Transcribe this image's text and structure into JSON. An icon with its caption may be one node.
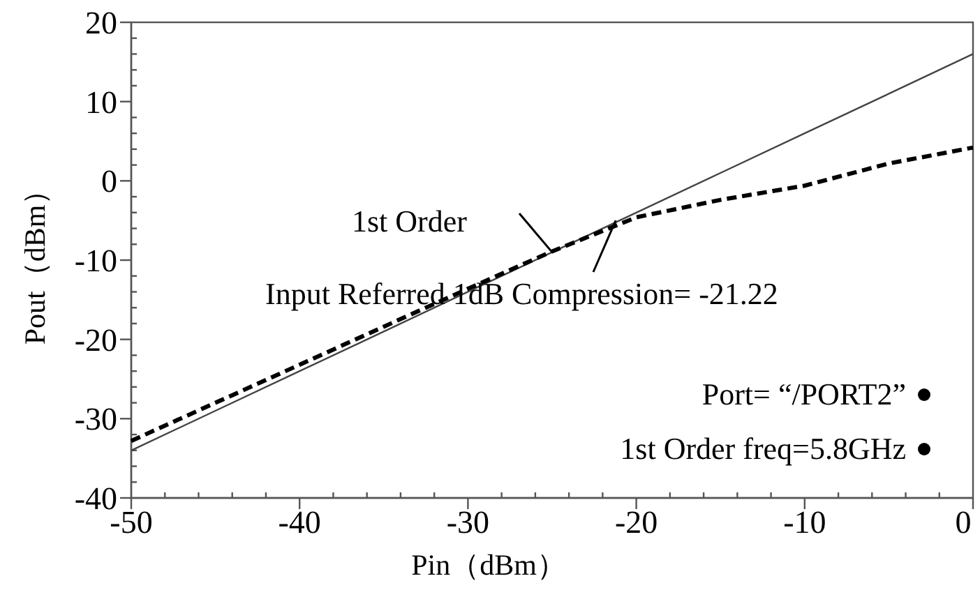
{
  "diagram": {
    "chart_data": {
      "type": "line",
      "xlabel": "Pin（dBm）",
      "ylabel": "Pout（dBm）",
      "x": [
        -50,
        -45,
        -40,
        -35,
        -30,
        -25,
        -20,
        -15,
        -10,
        -5,
        0
      ],
      "series": [
        {
          "color": "#444444",
          "values": [
            -34,
            -29,
            -24,
            -19,
            -14,
            -9,
            -4,
            1,
            6,
            11,
            16
          ]
        },
        {
          "color": "#000000",
          "line_style": "dashed",
          "values": [
            -32.8,
            -28,
            -23.2,
            -18.4,
            -13.6,
            -8.9,
            -4.6,
            -2.4,
            -0.6,
            2.2,
            4.2
          ]
        }
      ],
      "xlim": [
        -50,
        0
      ],
      "ylim": [
        -40,
        20
      ],
      "xticks": [
        -50,
        -40,
        -30,
        -20,
        -10,
        0
      ],
      "yticks": [
        -40,
        -30,
        -20,
        -10,
        0,
        10,
        20
      ],
      "annotations": [
        {
          "text": "1st  Order",
          "x": -25,
          "y": -9
        },
        {
          "text": "Input Referred 1dB Compression= -21.22",
          "x": -21.22,
          "y": -5
        }
      ]
    },
    "legend": [
      {
        "text": "Port= “/PORT2”"
      },
      {
        "text": "1st  Order freq=5.8GHz"
      }
    ]
  }
}
